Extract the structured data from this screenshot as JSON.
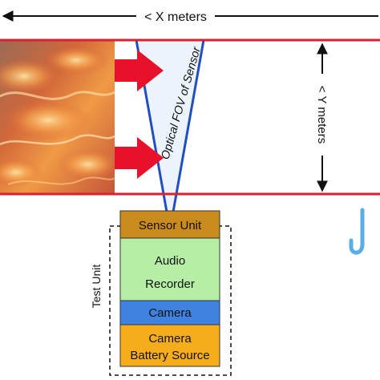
{
  "diagram": {
    "x_dimension_label": "< X meters",
    "y_dimension_label": "< Y meters",
    "fov_label": "Optical FOV of Sensor",
    "test_unit_label": "Test Unit",
    "components": [
      {
        "label_lines": [
          "Sensor Unit"
        ],
        "color": "#c98a1e"
      },
      {
        "label_lines": [
          "Audio",
          "Recorder"
        ],
        "color": "#b6eea6"
      },
      {
        "label_lines": [
          "Camera"
        ],
        "color": "#3f82e0"
      },
      {
        "label_lines": [
          "Camera",
          "Battery Source"
        ],
        "color": "#f5ad1c"
      }
    ],
    "colors": {
      "boundary": "#dd1f2e",
      "arrow": "#e8102a",
      "fov_outline": "#1f4fc2",
      "fov_fill": "#edf3fb",
      "dimension": "#111111",
      "hook": "#5aaee8"
    }
  }
}
